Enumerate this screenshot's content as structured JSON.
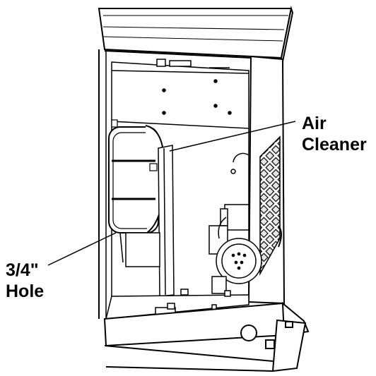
{
  "callouts": {
    "air_cleaner": {
      "line1": "Air",
      "line2": "Cleaner"
    },
    "hole": {
      "line1": "3/4\"",
      "line2": "Hole"
    }
  },
  "colors": {
    "ink": "#000000",
    "background": "#ffffff",
    "vent_fill": "#e6e6e6"
  }
}
